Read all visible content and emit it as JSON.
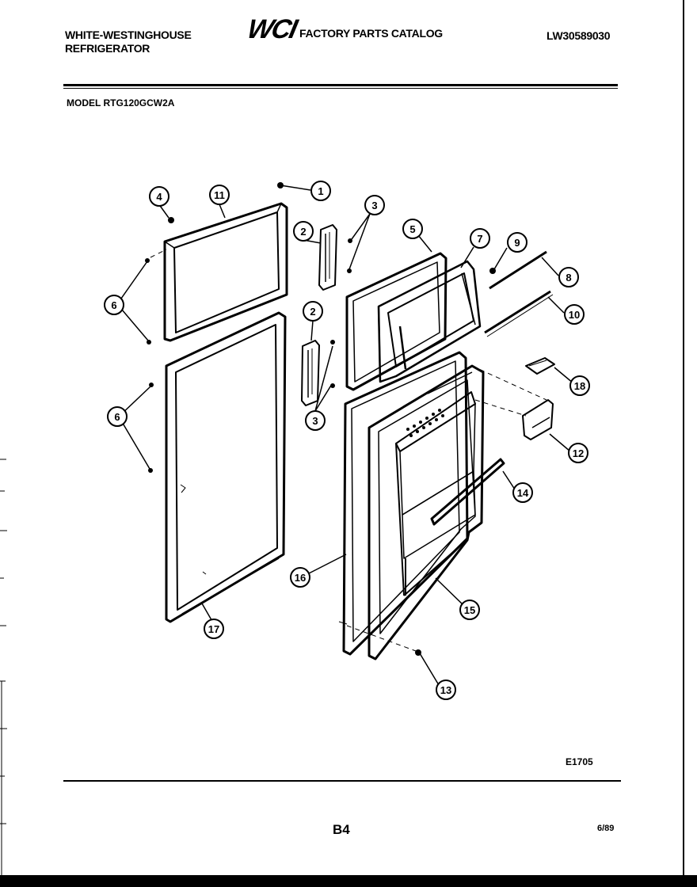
{
  "header": {
    "brand_line1": "WHITE-WESTINGHOUSE",
    "brand_line2": "REFRIGERATOR",
    "logo_text": "WCI",
    "catalog_title": "FACTORY PARTS CATALOG",
    "catalog_number": "LW30589030",
    "model_line": "MODEL RTG120GCW2A"
  },
  "callouts": [
    {
      "id": "c1",
      "label": "1"
    },
    {
      "id": "c2a",
      "label": "2"
    },
    {
      "id": "c2b",
      "label": "2"
    },
    {
      "id": "c3a",
      "label": "3"
    },
    {
      "id": "c3b",
      "label": "3"
    },
    {
      "id": "c4",
      "label": "4"
    },
    {
      "id": "c5",
      "label": "5"
    },
    {
      "id": "c6a",
      "label": "6"
    },
    {
      "id": "c6b",
      "label": "6"
    },
    {
      "id": "c7",
      "label": "7"
    },
    {
      "id": "c8",
      "label": "8"
    },
    {
      "id": "c9",
      "label": "9"
    },
    {
      "id": "c10",
      "label": "10"
    },
    {
      "id": "c11",
      "label": "11"
    },
    {
      "id": "c12",
      "label": "12"
    },
    {
      "id": "c13",
      "label": "13"
    },
    {
      "id": "c14",
      "label": "14"
    },
    {
      "id": "c15",
      "label": "15"
    },
    {
      "id": "c16",
      "label": "16"
    },
    {
      "id": "c17",
      "label": "17"
    },
    {
      "id": "c18",
      "label": "18"
    }
  ],
  "footer": {
    "figure_code": "E1705",
    "page_code": "B4",
    "date_code": "6/89"
  }
}
